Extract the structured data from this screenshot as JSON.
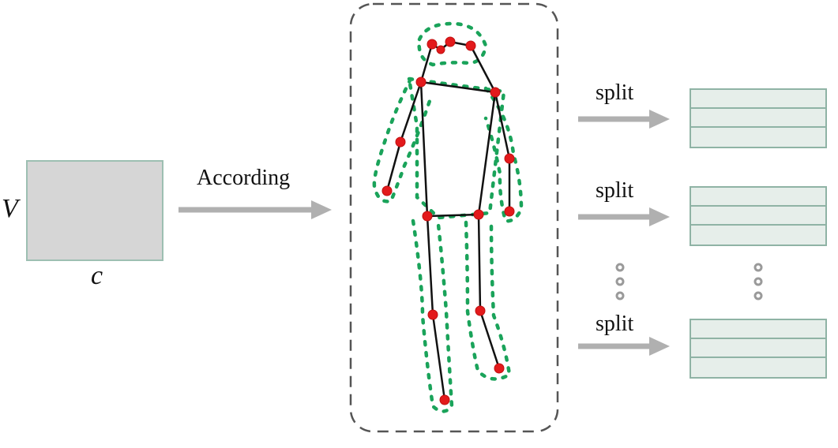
{
  "left_matrix": {
    "row_label": "V",
    "col_label": "c"
  },
  "according_label": "According",
  "split_labels": [
    "split",
    "split",
    "split"
  ],
  "colors": {
    "arrow": "#b0b0b0",
    "joint": "#e31a1c",
    "dotted_region": "#1aa35a",
    "dashed_frame": "#555555",
    "matrix_fill": "#d6d6d6",
    "matrix_border": "#9dbfb2",
    "split_fill": "#e6eeea",
    "split_border": "#8fb3a5"
  }
}
